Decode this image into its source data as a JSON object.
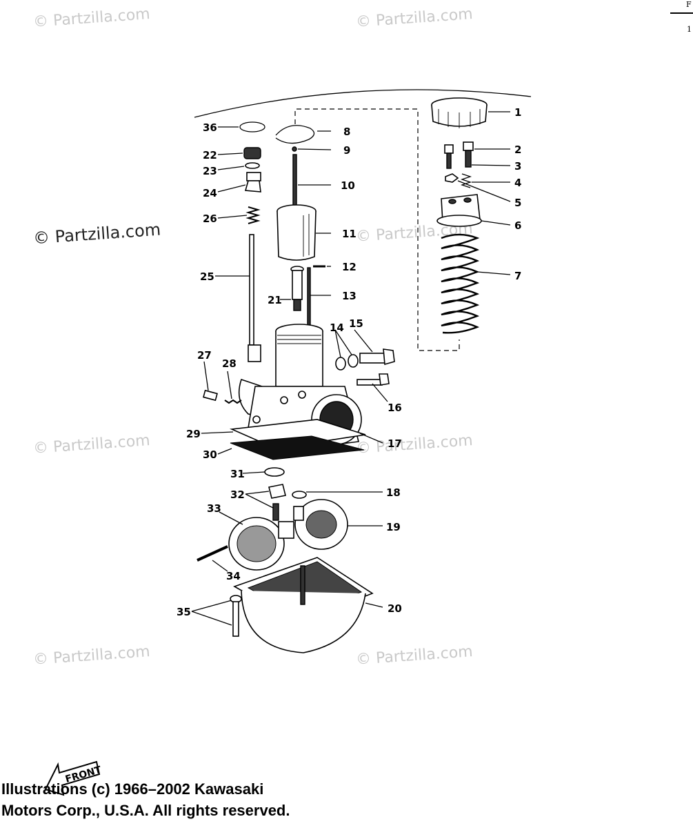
{
  "watermarks": [
    {
      "text": "© Partzilla.com"
    },
    {
      "text": "© Partzilla.com"
    },
    {
      "text": "© Partzilla.com"
    },
    {
      "text": "© Partzilla.com"
    },
    {
      "text": "© Partzilla.com"
    },
    {
      "text": "© Partzilla.com"
    },
    {
      "text": "© Partzilla.com"
    },
    {
      "text": "© Partzilla.com"
    }
  ],
  "callouts": [
    "1",
    "2",
    "3",
    "4",
    "5",
    "6",
    "7",
    "8",
    "9",
    "10",
    "11",
    "12",
    "13",
    "14",
    "15",
    "16",
    "17",
    "18",
    "19",
    "20",
    "21",
    "22",
    "23",
    "24",
    "25",
    "26",
    "27",
    "28",
    "29",
    "30",
    "31",
    "32",
    "33",
    "34",
    "35",
    "36"
  ],
  "front_label": "FRONT",
  "copyright": {
    "line1": "Illustrations (c) 1966–2002 Kawasaki",
    "line2": "Motors Corp., U.S.A.  All rights reserved."
  },
  "edge_marks": {
    "top": "F",
    "side": "1"
  }
}
